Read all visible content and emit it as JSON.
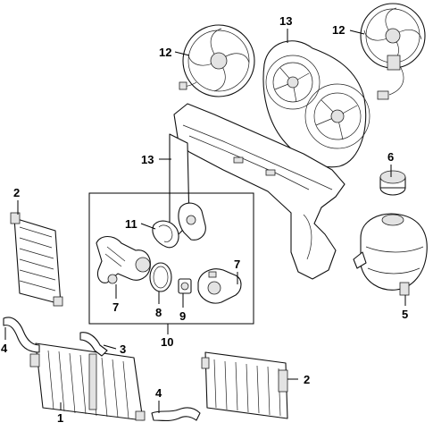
{
  "callouts": {
    "c1": "1",
    "c2_left": "2",
    "c2_right": "2",
    "c3": "3",
    "c4_left": "4",
    "c4_bottom": "4",
    "c5": "5",
    "c6": "6",
    "c7_left": "7",
    "c7_right": "7",
    "c8": "8",
    "c9": "9",
    "c10": "10",
    "c11": "11",
    "c12_left": "12",
    "c12_right": "12",
    "c13_top": "13",
    "c13_left": "13"
  }
}
